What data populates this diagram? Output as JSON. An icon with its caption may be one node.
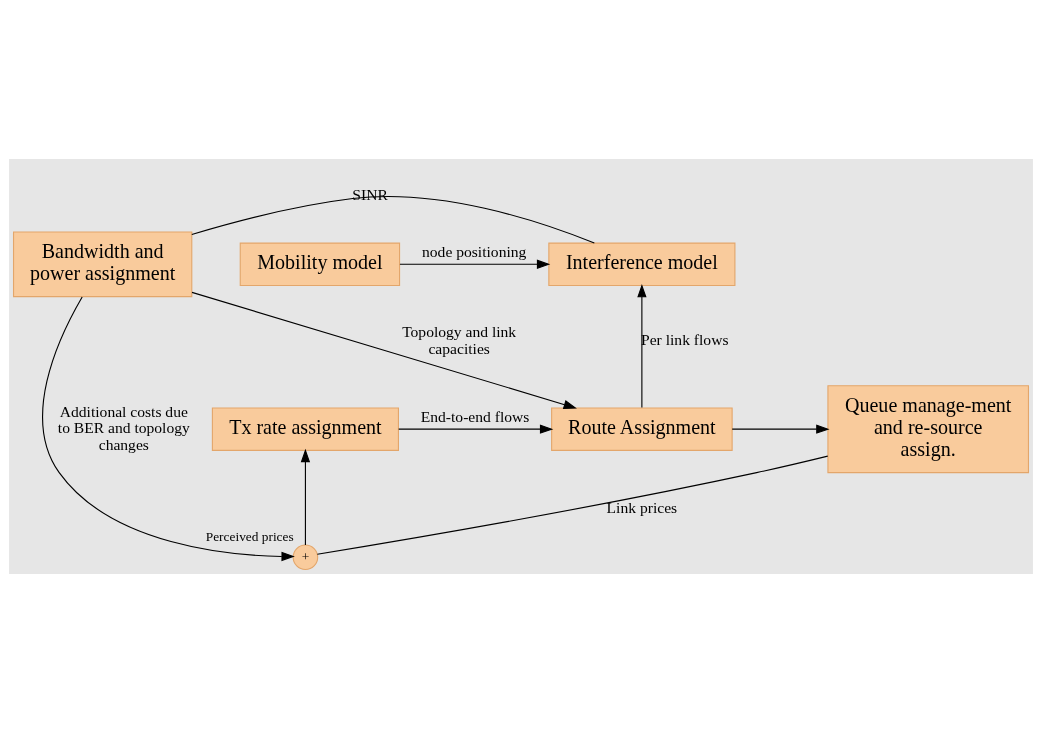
{
  "diagram": {
    "nodes": [
      {
        "text": [
          "Bandwidth and power assignment"
        ]
      },
      {
        "text": [
          "Interference model"
        ]
      },
      {
        "text": [
          "Mobility model"
        ]
      },
      {
        "text": [
          "Route Assignment"
        ]
      },
      {
        "text": [
          "Tx rate assignment"
        ]
      },
      {
        "text": [
          "Queue manage-ment and re-source assign."
        ]
      },
      {
        "text": [
          "+"
        ],
        "beside": [
          "Perceived prices"
        ]
      }
    ],
    "edges": [
      {
        "from": 0,
        "to": 1,
        "arrow": "none",
        "label": "SINR"
      },
      {
        "from": 2,
        "to": 1,
        "arrow": "to",
        "label": "node positioning"
      },
      {
        "from": 0,
        "to": 3,
        "arrow": "to",
        "label": "Topology and link capacities"
      },
      {
        "from": 3,
        "to": 1,
        "arrow": "to",
        "label": "Per link flows"
      },
      {
        "from": 3,
        "to": 5,
        "arrow": "to"
      },
      {
        "from": 4,
        "to": 3,
        "arrow": "to",
        "label": "End-to-end flows"
      },
      {
        "from": 0,
        "to": 6,
        "arrow": "to",
        "label": "Additional costs due to BER and topology changes"
      },
      {
        "from": 6,
        "to": 4,
        "arrow": "to"
      },
      {
        "from": 5,
        "to": 6,
        "arrow": "none",
        "label": "Link prices"
      }
    ]
  }
}
